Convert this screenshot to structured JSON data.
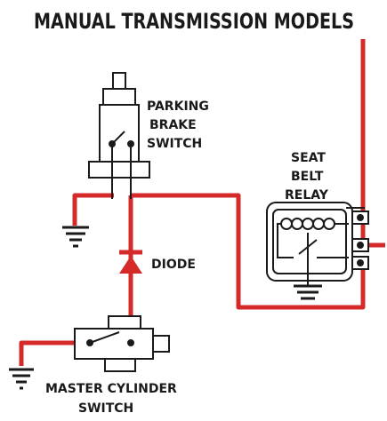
{
  "title": "MANUAL TRANSMISSION MODELS",
  "labels": {
    "parking_brake_switch": [
      "PARKING",
      "BRAKE",
      "SWITCH"
    ],
    "seat_belt_relay": [
      "SEAT",
      "BELT",
      "RELAY"
    ],
    "diode": "DIODE",
    "master_cylinder_switch": [
      "MASTER CYLINDER",
      "SWITCH"
    ]
  },
  "colors": {
    "wire": "#d42a2a",
    "ink": "#1a1a1a",
    "background": "#ffffff"
  }
}
